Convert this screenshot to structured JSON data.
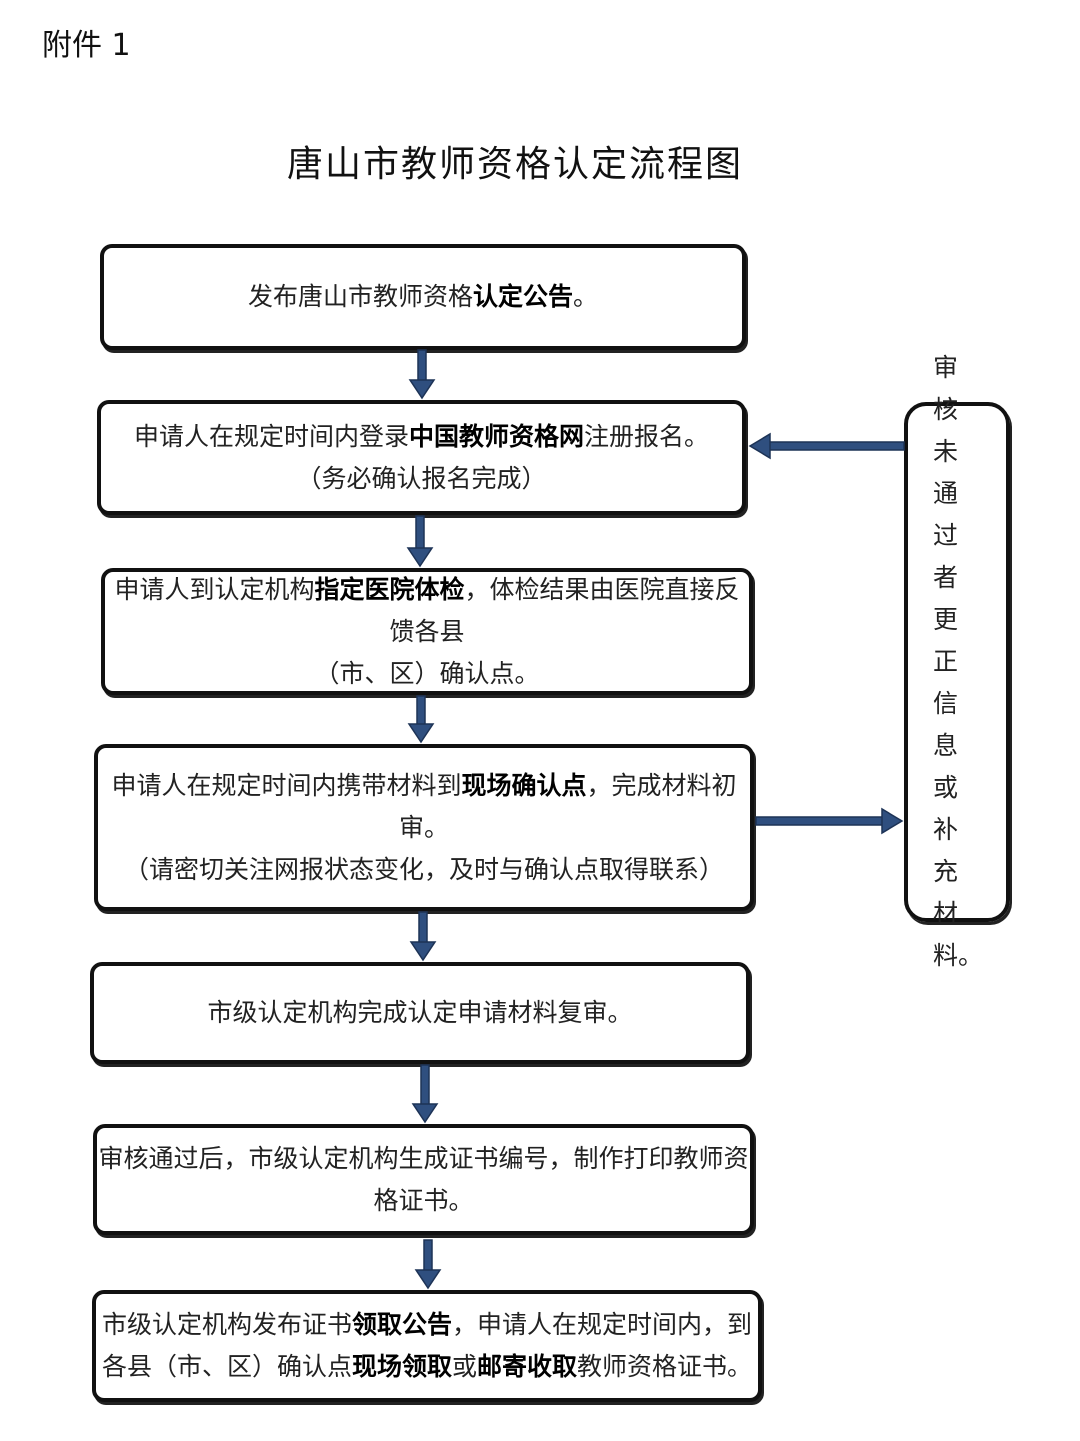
{
  "header": {
    "attachment_label": "附件 1",
    "title": "唐山市教师资格认定流程图"
  },
  "steps": [
    {
      "line1": {
        "pre": "发布唐山市教师资格",
        "bold": "认定公告",
        "post": "。"
      }
    },
    {
      "line1": {
        "pre": "申请人在规定时间内登录",
        "bold": "中国教师资格网",
        "post": "注册报名。"
      },
      "line2": "（务必确认报名完成）"
    },
    {
      "line1": {
        "pre": "申请人到认定机构",
        "bold": "指定医院体检",
        "post": "，体检结果由医院直接反馈各县"
      },
      "line2": "（市、区）确认点。"
    },
    {
      "line1": {
        "pre": "申请人在规定时间内携带材料到",
        "bold": "现场确认点",
        "post": "，完成材料初审。"
      },
      "line2": "（请密切关注网报状态变化，及时与确认点取得联系）"
    },
    {
      "line1": {
        "pre": "市级认定机构完成认定申请材料复审。",
        "bold": "",
        "post": ""
      }
    },
    {
      "line1": {
        "pre": "审核通过后，市级认定机构生成证书编号，制作打印教师资格证书。",
        "bold": "",
        "post": ""
      }
    },
    {
      "line1": {
        "pre": "市级认定机构发布证书",
        "bold": "领取公告",
        "post": "，申请人在规定时间内，到"
      },
      "line2a": {
        "pre": "各县（市、区）确认点",
        "bold1": "现场领取",
        "mid": "或",
        "bold2": "邮寄收取",
        "post": "教师资格证书。"
      }
    }
  ],
  "side_box": {
    "text": "审核未通过者更正信息或补充材料。"
  },
  "colors": {
    "arrow": "#2f4f7f",
    "border": "#111111"
  }
}
